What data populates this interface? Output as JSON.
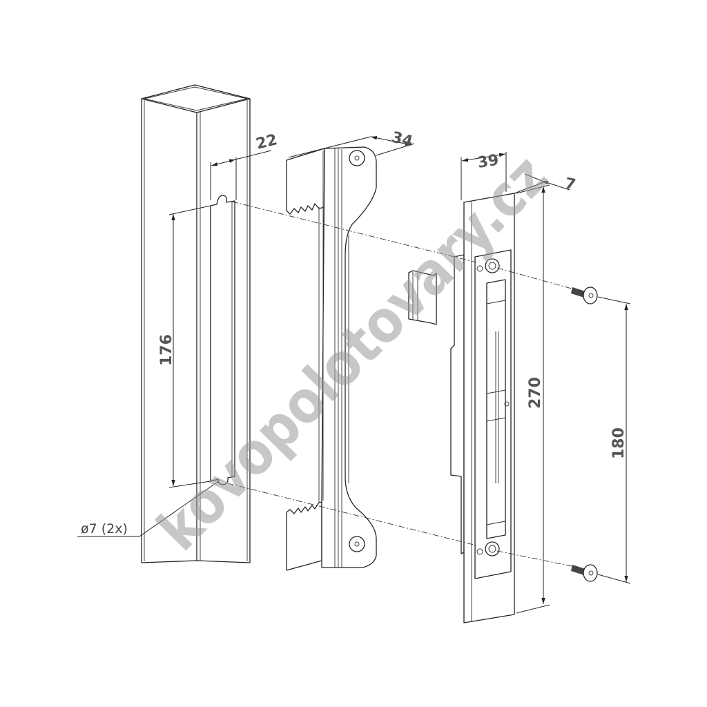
{
  "dimensions": {
    "slot_width": "22",
    "bracket_depth": "34",
    "plate_width": "39",
    "plate_thickness": "7",
    "slot_length": "176",
    "plate_length": "270",
    "screw_spacing": "180",
    "hole_note": "ø7 (2x)"
  },
  "watermark": "kovopolotovary.cz"
}
